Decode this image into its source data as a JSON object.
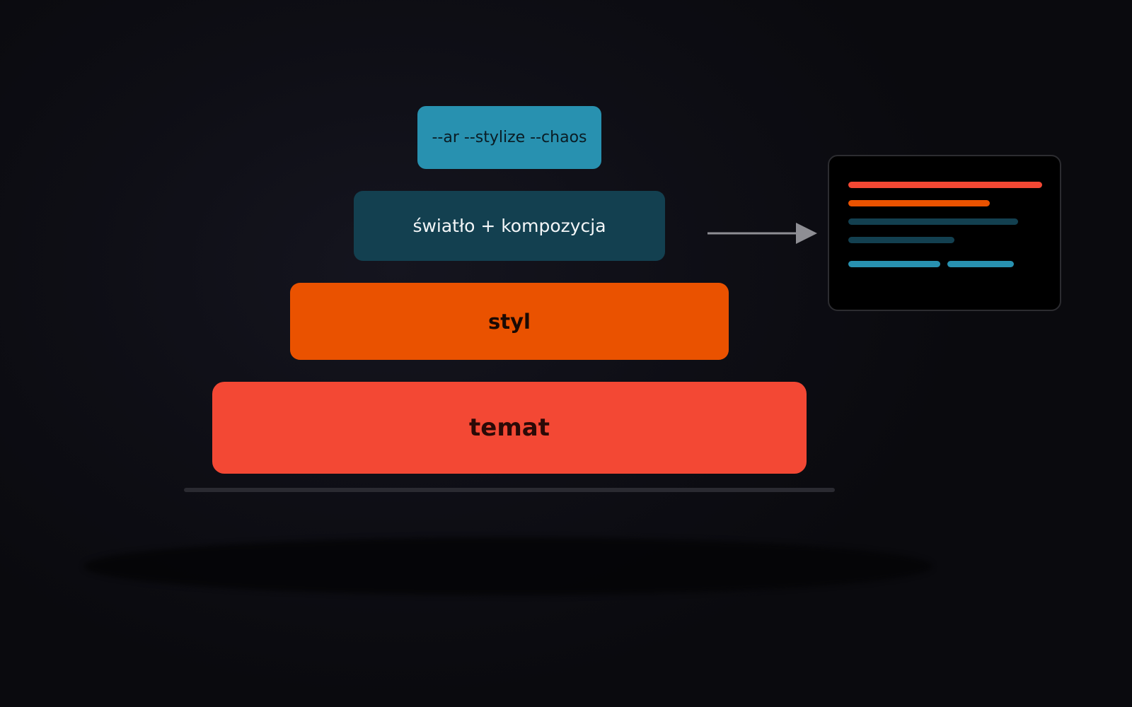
{
  "pyramid": {
    "layers": [
      {
        "label": "--ar --stylize --chaos",
        "bg": "#2891b0",
        "text_color": "#0a1c24",
        "font_weight": "500"
      },
      {
        "label": "światło + kompozycja",
        "bg": "#134050",
        "text_color": "#f3f6f8",
        "font_weight": "500"
      },
      {
        "label": "styl",
        "bg": "#ea5200",
        "text_color": "#1b0a04",
        "font_weight": "600"
      },
      {
        "label": "temat",
        "bg": "#f34834",
        "text_color": "#2b0a07",
        "font_weight": "600"
      }
    ]
  },
  "arrow": {
    "color": "#8e8e94"
  },
  "output_card": {
    "lines": [
      {
        "color": "#f34834"
      },
      {
        "color": "#ea5200"
      },
      {
        "color": "#134050"
      },
      {
        "color": "#134050"
      },
      {
        "color": "#2891b0"
      },
      {
        "color": "#2891b0"
      }
    ]
  }
}
